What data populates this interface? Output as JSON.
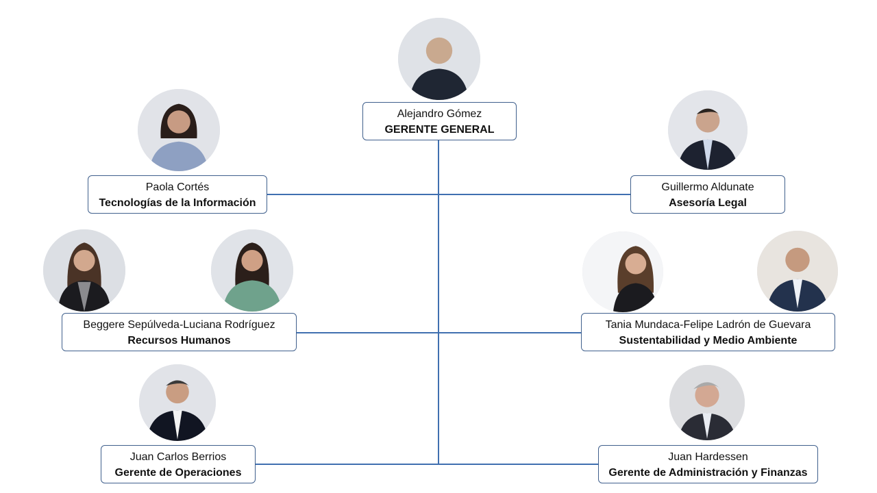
{
  "org_chart": {
    "top": {
      "name": "Alejandro Gómez",
      "role": "GERENTE GENERAL",
      "photo_icon": "person-photo-icon"
    },
    "left": [
      {
        "name": "Paola Cortés",
        "role": "Tecnologías de la Información",
        "photos": [
          "person-photo-icon"
        ]
      },
      {
        "name": "Beggere Sepúlveda-Luciana Rodríguez",
        "role": "Recursos Humanos",
        "photos": [
          "person-photo-icon",
          "person-photo-icon"
        ]
      },
      {
        "name": "Juan Carlos Berrios",
        "role": "Gerente de Operaciones",
        "photos": [
          "person-photo-icon"
        ]
      }
    ],
    "right": [
      {
        "name": "Guillermo Aldunate",
        "role": "Asesoría Legal",
        "photos": [
          "person-photo-icon"
        ]
      },
      {
        "name": "Tania Mundaca-Felipe Ladrón de Guevara",
        "role": "Sustentabilidad y Medio Ambiente",
        "photos": [
          "person-photo-icon",
          "person-photo-icon"
        ]
      },
      {
        "name": "Juan Hardessen",
        "role": "Gerente de Administración y Finanzas",
        "photos": [
          "person-photo-icon"
        ]
      }
    ],
    "colors": {
      "connector": "#3f6fb0",
      "box_border": "#3f5f8c"
    }
  }
}
